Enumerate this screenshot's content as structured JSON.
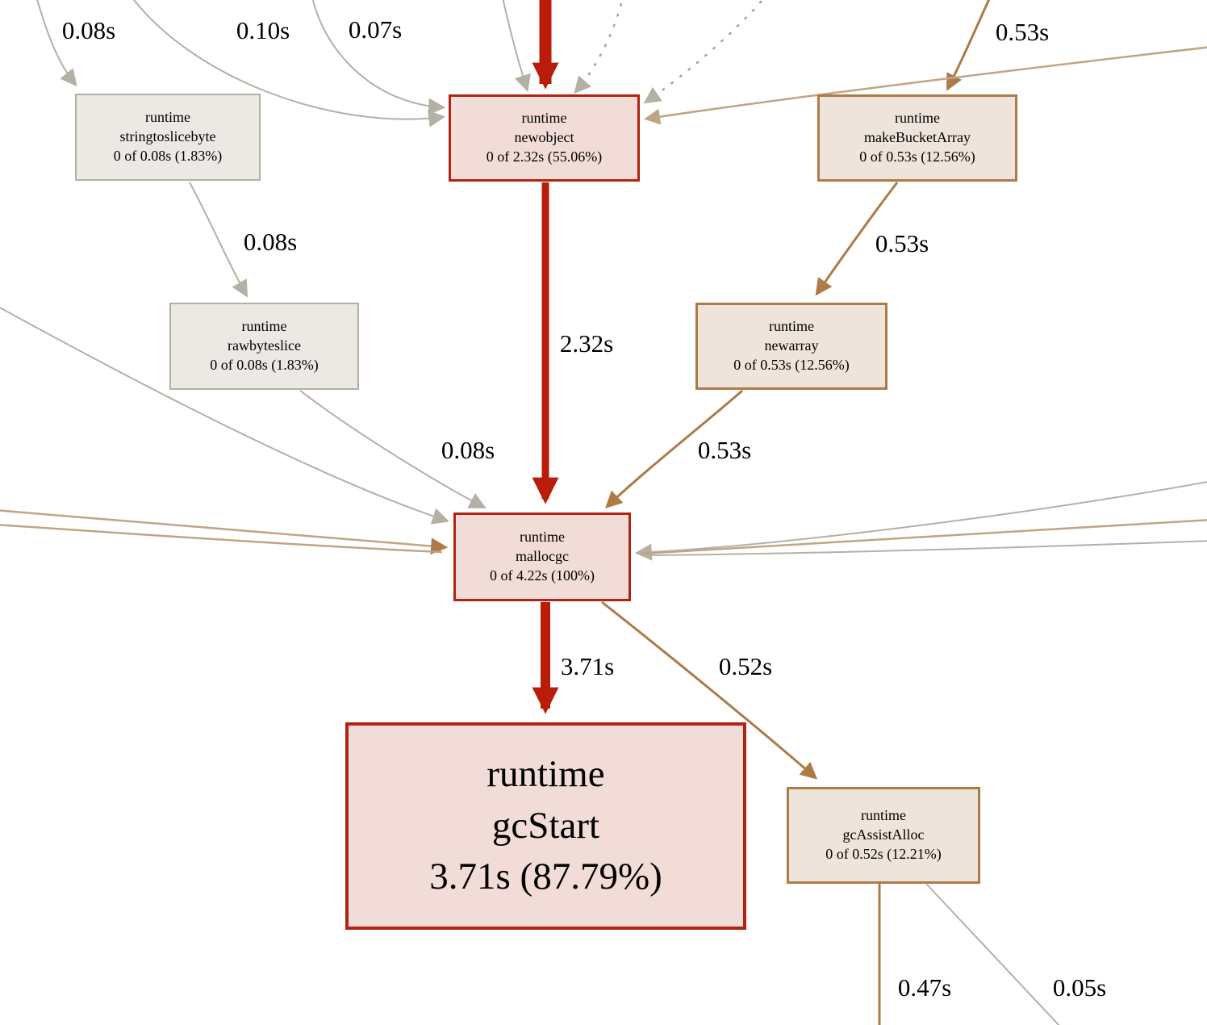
{
  "graph": {
    "tool": "pprof callgraph",
    "nodes": [
      {
        "id": "stringtoslicebyte",
        "lines": [
          "runtime",
          "stringtoslicebyte",
          "0 of 0.08s (1.83%)"
        ]
      },
      {
        "id": "newobject",
        "lines": [
          "runtime",
          "newobject",
          "0 of 2.32s (55.06%)"
        ]
      },
      {
        "id": "makeBucketArray",
        "lines": [
          "runtime",
          "makeBucketArray",
          "0 of 0.53s (12.56%)"
        ]
      },
      {
        "id": "rawbyteslice",
        "lines": [
          "runtime",
          "rawbyteslice",
          "0 of 0.08s (1.83%)"
        ]
      },
      {
        "id": "newarray",
        "lines": [
          "runtime",
          "newarray",
          "0 of 0.53s (12.56%)"
        ]
      },
      {
        "id": "mallocgc",
        "lines": [
          "runtime",
          "mallocgc",
          "0 of 4.22s (100%)"
        ]
      },
      {
        "id": "gcStart",
        "lines": [
          "runtime",
          "gcStart",
          "3.71s (87.79%)"
        ]
      },
      {
        "id": "gcAssistAlloc",
        "lines": [
          "runtime",
          "gcAssistAlloc",
          "0 of 0.52s (12.21%)"
        ]
      }
    ],
    "edge_labels": [
      {
        "text": "0.08s"
      },
      {
        "text": "0.10s"
      },
      {
        "text": "0.07s"
      },
      {
        "text": "0.53s"
      },
      {
        "text": "0.08s"
      },
      {
        "text": "0.53s"
      },
      {
        "text": "2.32s"
      },
      {
        "text": "0.08s"
      },
      {
        "text": "0.53s"
      },
      {
        "text": "3.71s"
      },
      {
        "text": "0.52s"
      },
      {
        "text": "0.47s"
      },
      {
        "text": "0.05s"
      }
    ],
    "colors": {
      "hot_edge_red": "#b91d09",
      "red_node_border": "#b02413",
      "red_node_fill": "#f2dcd7",
      "tan_edge": "#ad7b47",
      "tan_edge_light": "#c0a585",
      "tan_node_border": "#ad7c46",
      "tan_node_fill": "#eee4db",
      "gray_edge": "#b5b0a6",
      "gray_node_border": "#b3afa4",
      "gray_node_fill": "#ece9e4",
      "background": "#ffffff"
    }
  }
}
